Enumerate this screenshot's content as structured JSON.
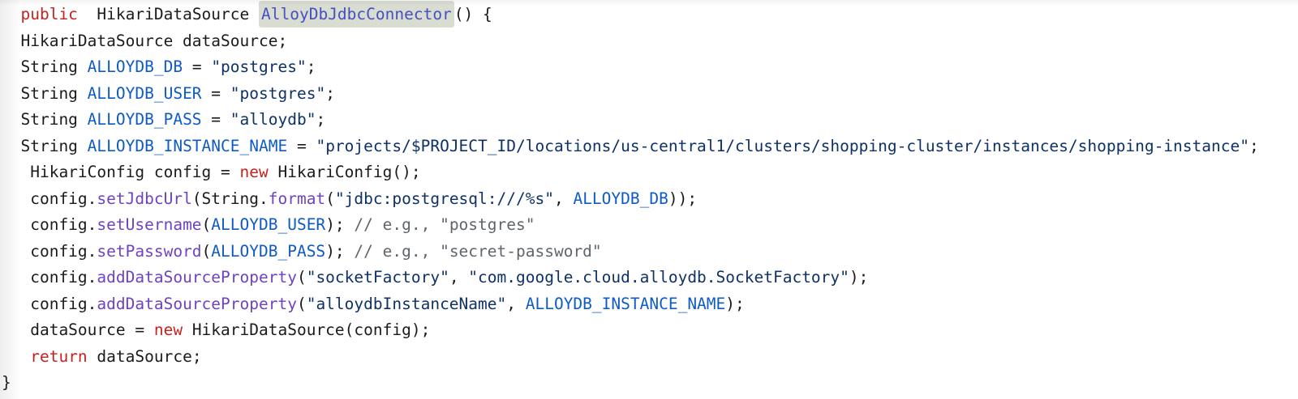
{
  "page": {
    "background": "#ffffff"
  },
  "colors": {
    "plain": "#1b1b1b",
    "keyword": "#c5221f",
    "constant": "#0f5bc5",
    "string": "#0e3166",
    "method": "#6f42c1",
    "method_decl": "#474fc0",
    "comment": "#60646b",
    "highlight_bg": "#d8dcd1"
  },
  "code": {
    "language": "java",
    "highlighted_symbol": "AlloyDbJdbcConnector",
    "lines": [
      {
        "tokens": [
          {
            "c": "plain",
            "t": "  "
          },
          {
            "c": "keyword",
            "t": "public"
          },
          {
            "c": "plain",
            "t": "  HikariDataSource "
          },
          {
            "c": "method_decl",
            "t": "AlloyDbJdbcConnector",
            "highlight": true
          },
          {
            "c": "plain",
            "t": "() {"
          }
        ]
      },
      {
        "tokens": [
          {
            "c": "plain",
            "t": "  HikariDataSource dataSource;"
          }
        ]
      },
      {
        "tokens": [
          {
            "c": "plain",
            "t": "  String "
          },
          {
            "c": "constant",
            "t": "ALLOYDB_DB"
          },
          {
            "c": "plain",
            "t": " = "
          },
          {
            "c": "string",
            "t": "\"postgres\""
          },
          {
            "c": "plain",
            "t": ";"
          }
        ]
      },
      {
        "tokens": [
          {
            "c": "plain",
            "t": "  String "
          },
          {
            "c": "constant",
            "t": "ALLOYDB_USER"
          },
          {
            "c": "plain",
            "t": " = "
          },
          {
            "c": "string",
            "t": "\"postgres\""
          },
          {
            "c": "plain",
            "t": ";"
          }
        ]
      },
      {
        "tokens": [
          {
            "c": "plain",
            "t": "  String "
          },
          {
            "c": "constant",
            "t": "ALLOYDB_PASS"
          },
          {
            "c": "plain",
            "t": " = "
          },
          {
            "c": "string",
            "t": "\"alloydb\""
          },
          {
            "c": "plain",
            "t": ";"
          }
        ]
      },
      {
        "tokens": [
          {
            "c": "plain",
            "t": "  String "
          },
          {
            "c": "constant",
            "t": "ALLOYDB_INSTANCE_NAME"
          },
          {
            "c": "plain",
            "t": " = "
          },
          {
            "c": "string",
            "t": "\"projects/$PROJECT_ID/locations/us-central1/clusters/shopping-cluster/instances/shopping-instance\""
          },
          {
            "c": "plain",
            "t": ";"
          }
        ]
      },
      {
        "tokens": [
          {
            "c": "plain",
            "t": "   HikariConfig config = "
          },
          {
            "c": "keyword",
            "t": "new"
          },
          {
            "c": "plain",
            "t": " HikariConfig();"
          }
        ]
      },
      {
        "tokens": [
          {
            "c": "plain",
            "t": "   config."
          },
          {
            "c": "method",
            "t": "setJdbcUrl"
          },
          {
            "c": "plain",
            "t": "(String."
          },
          {
            "c": "method",
            "t": "format"
          },
          {
            "c": "plain",
            "t": "("
          },
          {
            "c": "string",
            "t": "\"jdbc:postgresql:///%s\""
          },
          {
            "c": "plain",
            "t": ", "
          },
          {
            "c": "constant",
            "t": "ALLOYDB_DB"
          },
          {
            "c": "plain",
            "t": "));"
          }
        ]
      },
      {
        "tokens": [
          {
            "c": "plain",
            "t": "   config."
          },
          {
            "c": "method",
            "t": "setUsername"
          },
          {
            "c": "plain",
            "t": "("
          },
          {
            "c": "constant",
            "t": "ALLOYDB_USER"
          },
          {
            "c": "plain",
            "t": "); "
          },
          {
            "c": "comment",
            "t": "// e.g., \"postgres\""
          }
        ]
      },
      {
        "tokens": [
          {
            "c": "plain",
            "t": "   config."
          },
          {
            "c": "method",
            "t": "setPassword"
          },
          {
            "c": "plain",
            "t": "("
          },
          {
            "c": "constant",
            "t": "ALLOYDB_PASS"
          },
          {
            "c": "plain",
            "t": "); "
          },
          {
            "c": "comment",
            "t": "// e.g., \"secret-password\""
          }
        ]
      },
      {
        "tokens": [
          {
            "c": "plain",
            "t": "   config."
          },
          {
            "c": "method",
            "t": "addDataSourceProperty"
          },
          {
            "c": "plain",
            "t": "("
          },
          {
            "c": "string",
            "t": "\"socketFactory\""
          },
          {
            "c": "plain",
            "t": ", "
          },
          {
            "c": "string",
            "t": "\"com.google.cloud.alloydb.SocketFactory\""
          },
          {
            "c": "plain",
            "t": ");"
          }
        ]
      },
      {
        "tokens": [
          {
            "c": "plain",
            "t": "   config."
          },
          {
            "c": "method",
            "t": "addDataSourceProperty"
          },
          {
            "c": "plain",
            "t": "("
          },
          {
            "c": "string",
            "t": "\"alloydbInstanceName\""
          },
          {
            "c": "plain",
            "t": ", "
          },
          {
            "c": "constant",
            "t": "ALLOYDB_INSTANCE_NAME"
          },
          {
            "c": "plain",
            "t": ");"
          }
        ]
      },
      {
        "tokens": [
          {
            "c": "plain",
            "t": "   dataSource = "
          },
          {
            "c": "keyword",
            "t": "new"
          },
          {
            "c": "plain",
            "t": " HikariDataSource(config);"
          }
        ]
      },
      {
        "tokens": [
          {
            "c": "plain",
            "t": "   "
          },
          {
            "c": "keyword",
            "t": "return"
          },
          {
            "c": "plain",
            "t": " dataSource;"
          }
        ]
      },
      {
        "tokens": [
          {
            "c": "plain",
            "t": "}"
          }
        ]
      }
    ]
  }
}
